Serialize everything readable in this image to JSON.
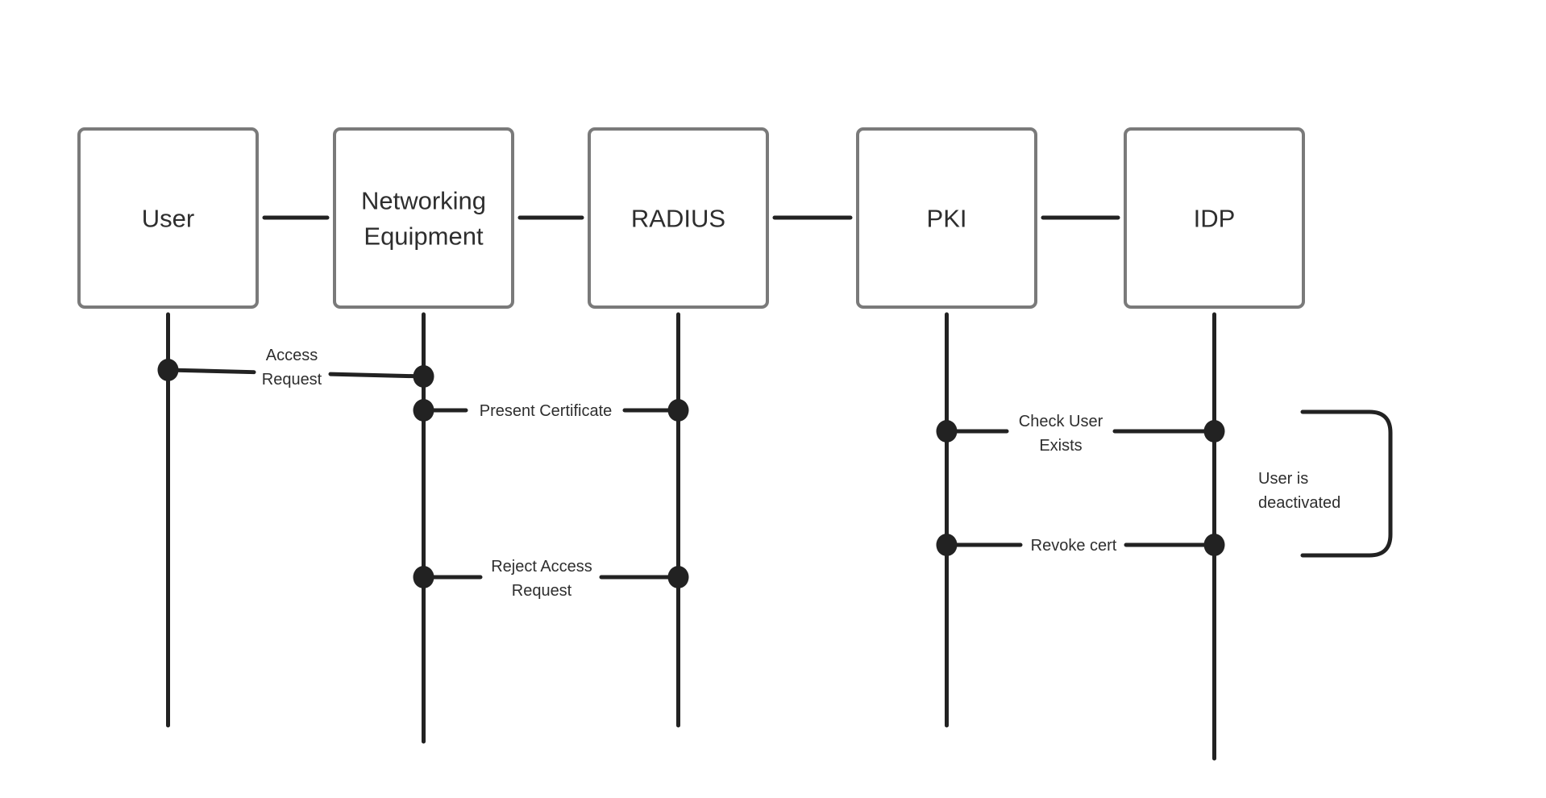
{
  "diagram": {
    "type": "sequence-diagram",
    "colors": {
      "box_border": "#7a7a7a",
      "line": "#222222",
      "text": "#2e2e2e",
      "background": "#ffffff"
    },
    "participants": [
      {
        "id": "user",
        "label_lines": [
          "User"
        ]
      },
      {
        "id": "networking-equipment",
        "label_lines": [
          "Networking",
          "Equipment"
        ]
      },
      {
        "id": "radius",
        "label_lines": [
          "RADIUS"
        ]
      },
      {
        "id": "pki",
        "label_lines": [
          "PKI"
        ]
      },
      {
        "id": "idp",
        "label_lines": [
          "IDP"
        ]
      }
    ],
    "messages": [
      {
        "id": "access-request",
        "from": "user",
        "to": "networking-equipment",
        "label_lines": [
          "Access",
          "Request"
        ]
      },
      {
        "id": "present-certificate",
        "from": "networking-equipment",
        "to": "radius",
        "label_lines": [
          "Present Certificate"
        ]
      },
      {
        "id": "reject-access-request",
        "from": "networking-equipment",
        "to": "radius",
        "label_lines": [
          "Reject Access",
          "Request"
        ]
      },
      {
        "id": "check-user-exists",
        "from": "pki",
        "to": "idp",
        "label_lines": [
          "Check User",
          "Exists"
        ]
      },
      {
        "id": "revoke-cert",
        "from": "pki",
        "to": "idp",
        "label_lines": [
          "Revoke cert"
        ]
      }
    ],
    "notes": [
      {
        "id": "user-deactivated",
        "label_lines": [
          "User is",
          "deactivated"
        ]
      }
    ]
  }
}
